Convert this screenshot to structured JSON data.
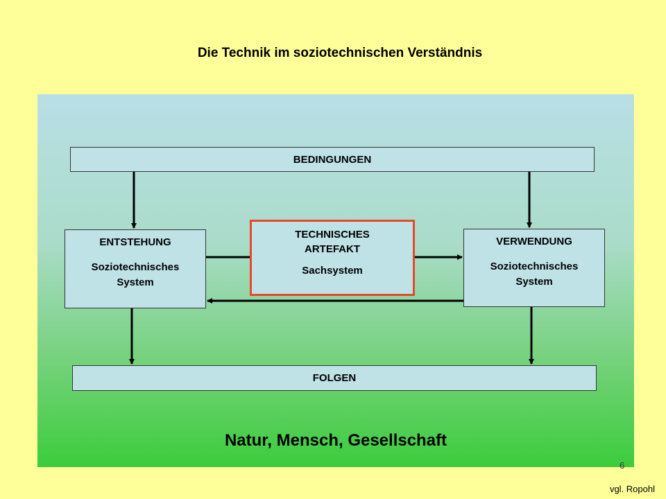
{
  "title": "Die Technik im soziotechnischen Verständnis",
  "bedingungen": "BEDINGUNGEN",
  "entstehung": {
    "heading": "ENTSTEHUNG",
    "line1": "Soziotechnisches",
    "line2": "System"
  },
  "artefakt": {
    "line1": "TECHNISCHES",
    "line2": "ARTEFAKT",
    "sub": "Sachsystem"
  },
  "verwendung": {
    "heading": "VERWENDUNG",
    "line1": "Soziotechnisches",
    "line2": "System"
  },
  "folgen": "FOLGEN",
  "footer": "Natur, Mensch, Gesellschaft",
  "page_number": "6",
  "credit": "vgl. Ropohl",
  "colors": {
    "background": "#ffff99",
    "box_fill": "#bfe2e7",
    "highlight_border": "#e8482a"
  }
}
